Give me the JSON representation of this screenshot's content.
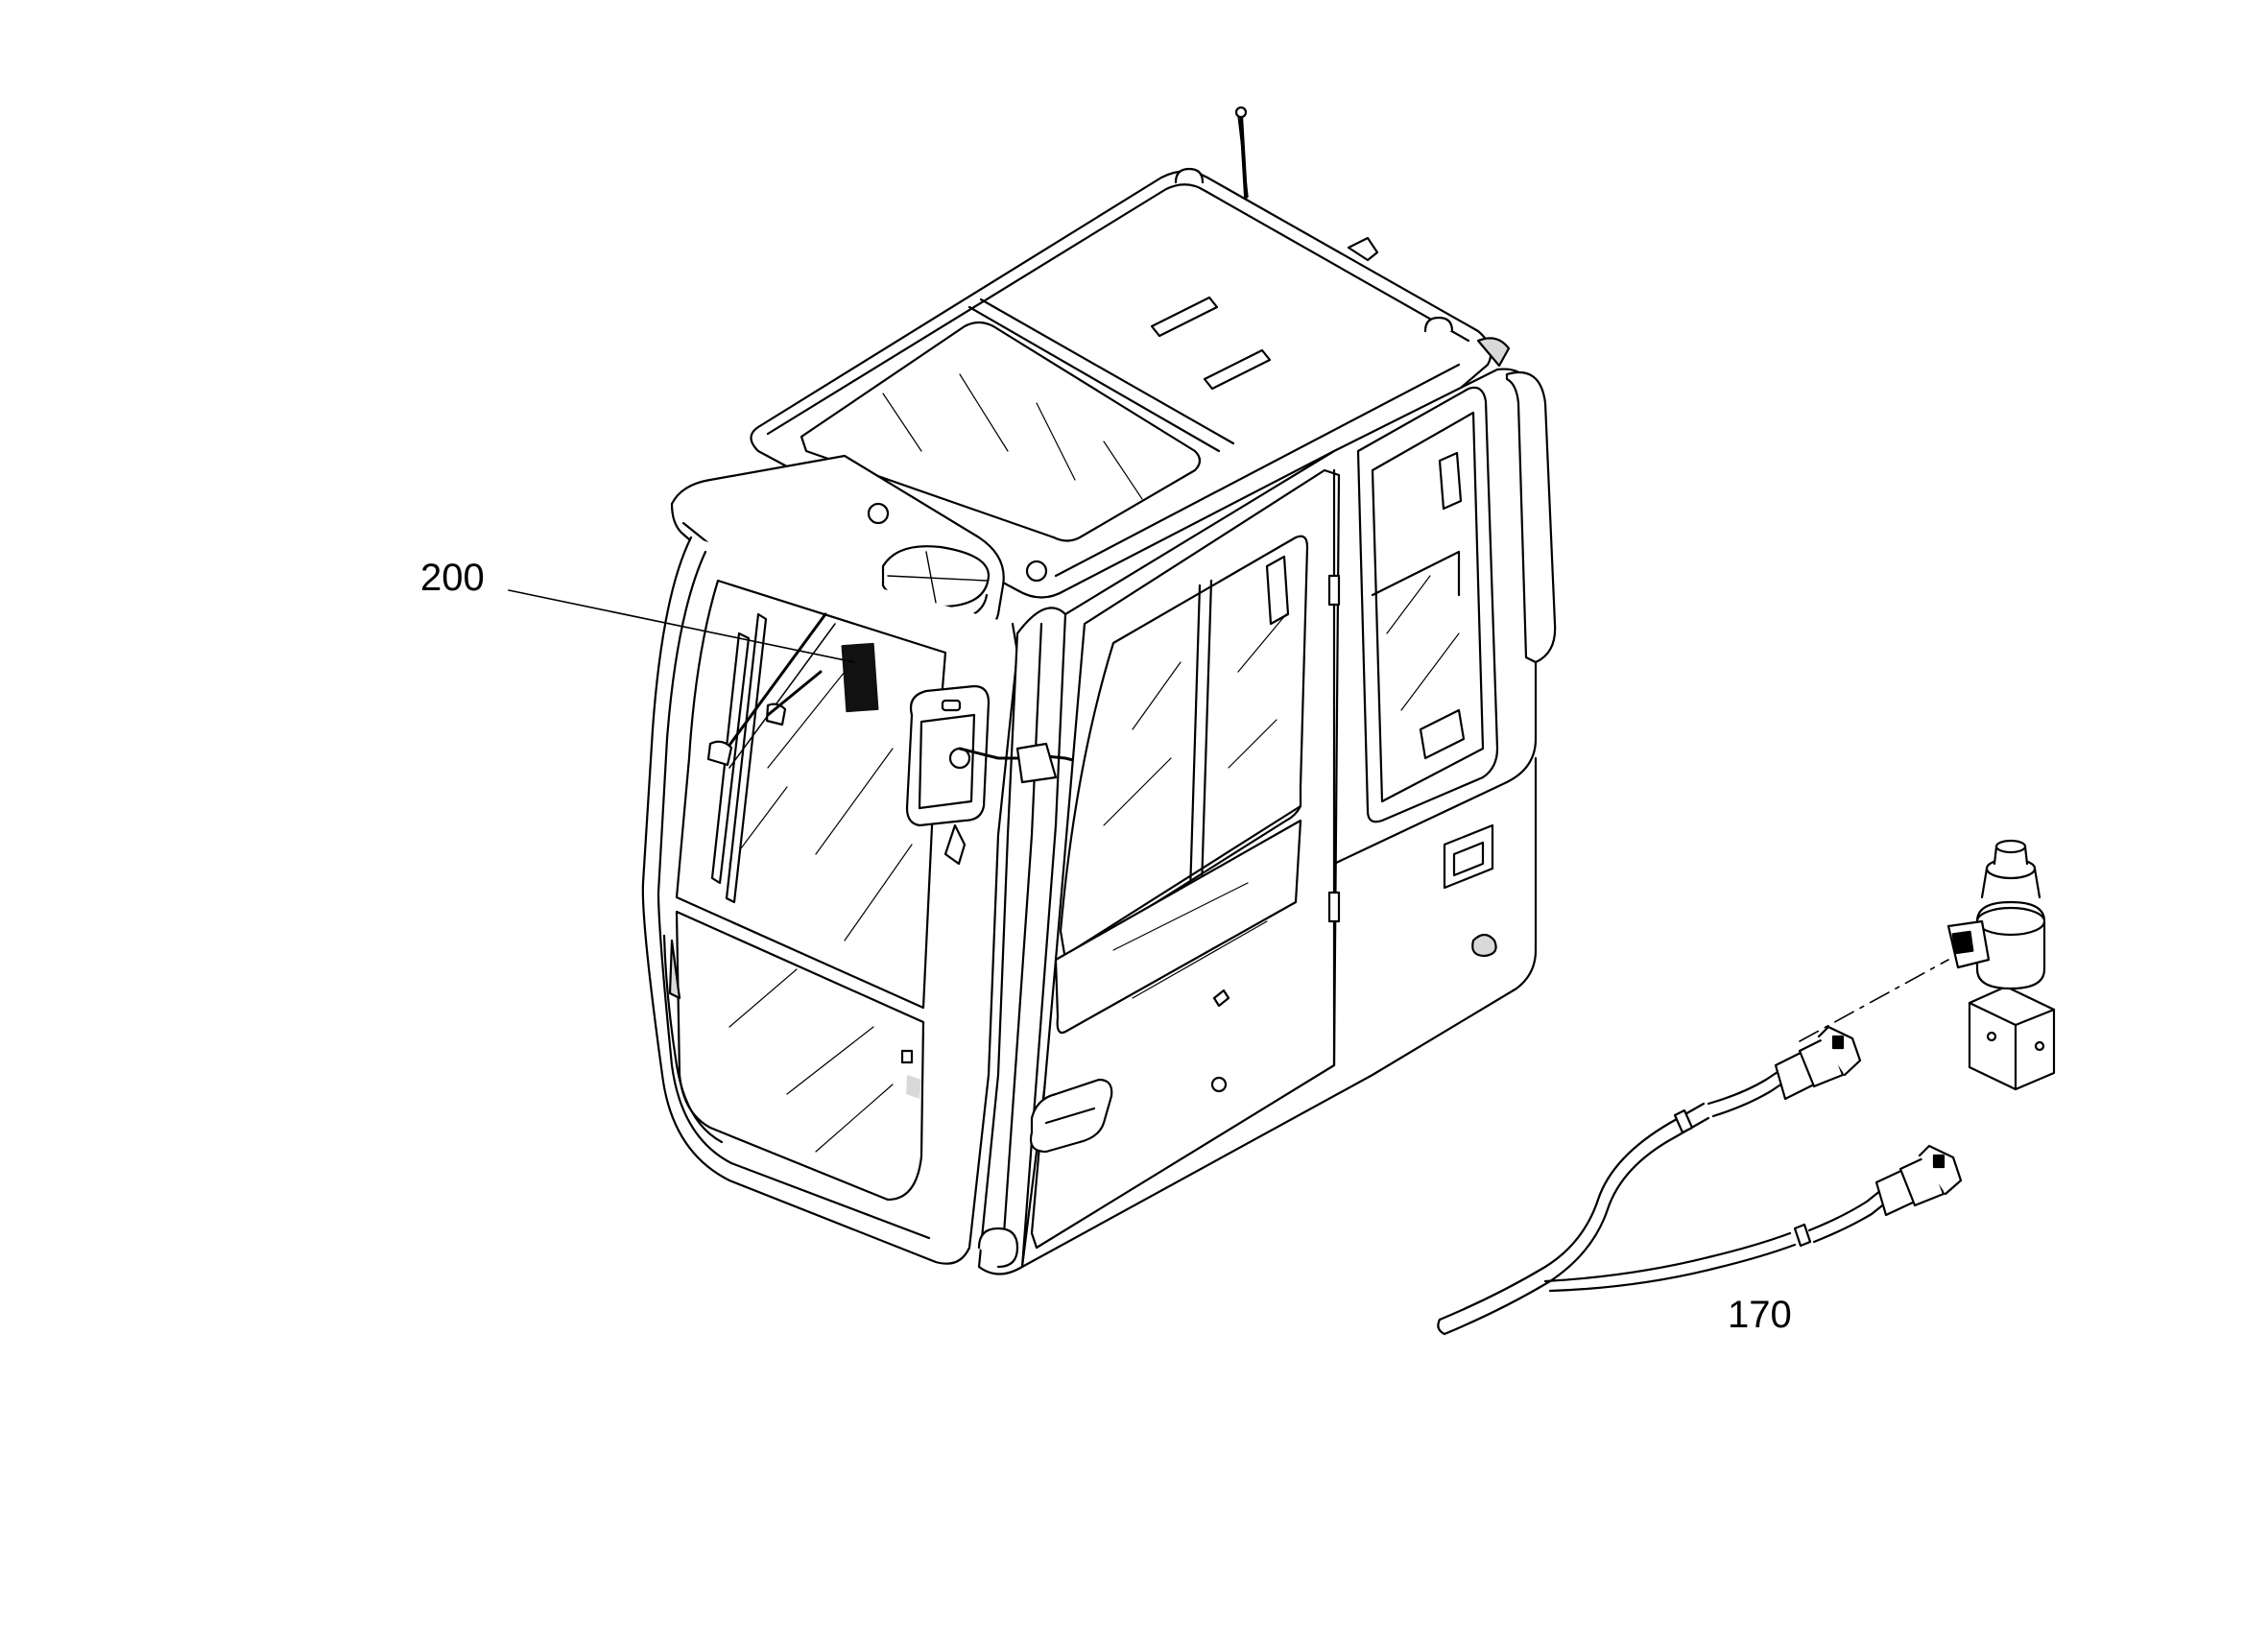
{
  "callouts": [
    {
      "id": "200",
      "text": "200"
    },
    {
      "id": "170",
      "text": "170"
    }
  ],
  "colors": {
    "line": "#000000",
    "fill": "#ffffff",
    "decal": "#111111",
    "shade": "#d9d9d9"
  }
}
